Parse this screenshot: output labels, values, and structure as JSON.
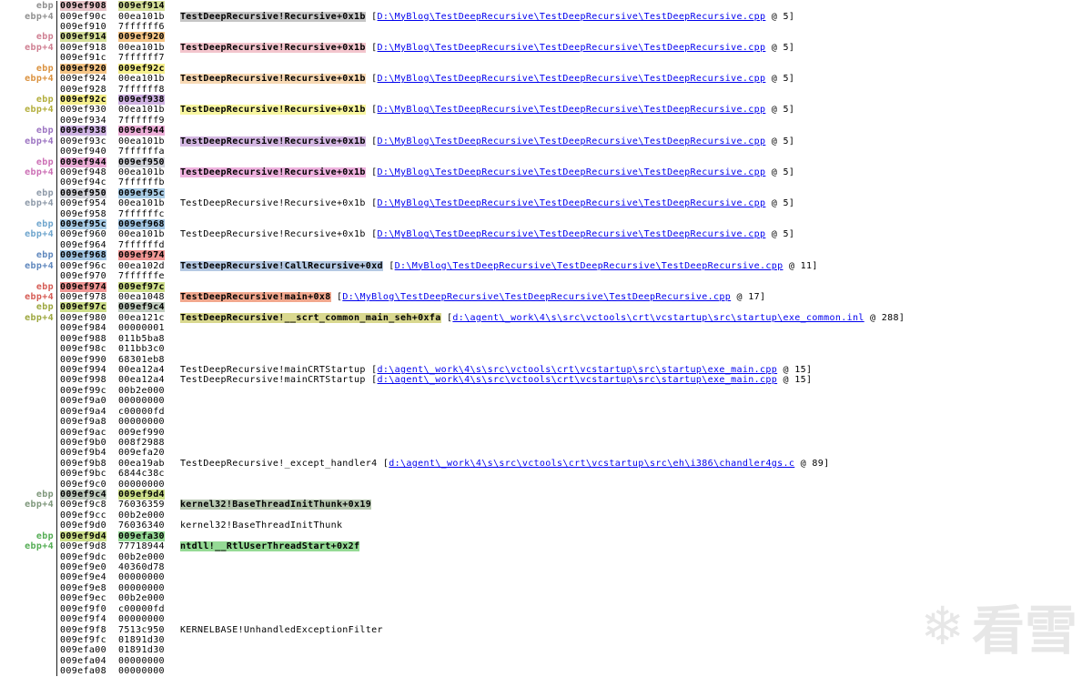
{
  "link_color": "#0000ee",
  "watermark": {
    "icon": "❄",
    "text": "看雪"
  },
  "rows": [
    {
      "label": "ebp",
      "label_color": "#909090",
      "addr": "009ef908",
      "addr_bg": "#e9c6c9",
      "value": "009ef914",
      "value_bg": "#d7e09a"
    },
    {
      "label": "ebp+4",
      "label_color": "#909090",
      "addr": "009ef90c",
      "value": "00ea101b",
      "symbol": "TestDeepRecursive!Recursive+0x1b",
      "symbol_bg": "#c6c6c6",
      "link": "D:\\MyBlog\\TestDeepRecursive\\TestDeepRecursive\\TestDeepRecursive.cpp",
      "line_ref": "@ 5"
    },
    {
      "addr": "009ef910",
      "value": "7ffffff6"
    },
    {
      "label": "ebp",
      "label_color": "#cf7f92",
      "addr": "009ef914",
      "addr_bg": "#d7e09a",
      "value": "009ef920",
      "value_bg": "#f6c687"
    },
    {
      "label": "ebp+4",
      "label_color": "#cf7f92",
      "addr": "009ef918",
      "value": "00ea101b",
      "symbol": "TestDeepRecursive!Recursive+0x1b",
      "symbol_bg": "#f3c5cd",
      "link": "D:\\MyBlog\\TestDeepRecursive\\TestDeepRecursive\\TestDeepRecursive.cpp",
      "line_ref": "@ 5"
    },
    {
      "addr": "009ef91c",
      "value": "7ffffff7"
    },
    {
      "label": "ebp",
      "label_color": "#db923f",
      "addr": "009ef920",
      "addr_bg": "#f6c687",
      "value": "009ef92c",
      "value_bg": "#f6f08d"
    },
    {
      "label": "ebp+4",
      "label_color": "#db923f",
      "addr": "009ef924",
      "value": "00ea101b",
      "symbol": "TestDeepRecursive!Recursive+0x1b",
      "symbol_bg": "#f8d9b4",
      "link": "D:\\MyBlog\\TestDeepRecursive\\TestDeepRecursive\\TestDeepRecursive.cpp",
      "line_ref": "@ 5"
    },
    {
      "addr": "009ef928",
      "value": "7ffffff8"
    },
    {
      "label": "ebp",
      "label_color": "#b3ae3c",
      "addr": "009ef92c",
      "addr_bg": "#f6f08d",
      "value": "009ef938",
      "value_bg": "#cfb3e3"
    },
    {
      "label": "ebp+4",
      "label_color": "#b3ae3c",
      "addr": "009ef930",
      "value": "00ea101b",
      "symbol": "TestDeepRecursive!Recursive+0x1b",
      "symbol_bg": "#f8f6a0",
      "link": "D:\\MyBlog\\TestDeepRecursive\\TestDeepRecursive\\TestDeepRecursive.cpp",
      "line_ref": "@ 5"
    },
    {
      "addr": "009ef934",
      "value": "7ffffff9"
    },
    {
      "label": "ebp",
      "label_color": "#9c74c2",
      "addr": "009ef938",
      "addr_bg": "#cfb3e3",
      "value": "009ef944",
      "value_bg": "#edaed8"
    },
    {
      "label": "ebp+4",
      "label_color": "#9c74c2",
      "addr": "009ef93c",
      "value": "00ea101b",
      "symbol": "TestDeepRecursive!Recursive+0x1b",
      "symbol_bg": "#d5b8e3",
      "link": "D:\\MyBlog\\TestDeepRecursive\\TestDeepRecursive\\TestDeepRecursive.cpp",
      "line_ref": "@ 5"
    },
    {
      "addr": "009ef940",
      "value": "7ffffffa"
    },
    {
      "label": "ebp",
      "label_color": "#cc6fb5",
      "addr": "009ef944",
      "addr_bg": "#edaed8",
      "value": "009ef950",
      "value_bg": "#d5d6dd"
    },
    {
      "label": "ebp+4",
      "label_color": "#cc6fb5",
      "addr": "009ef948",
      "value": "00ea101b",
      "symbol": "TestDeepRecursive!Recursive+0x1b",
      "symbol_bg": "#efb3df",
      "link": "D:\\MyBlog\\TestDeepRecursive\\TestDeepRecursive\\TestDeepRecursive.cpp",
      "line_ref": "@ 5"
    },
    {
      "addr": "009ef94c",
      "value": "7ffffffb"
    },
    {
      "label": "ebp",
      "label_color": "#8d99a8",
      "addr": "009ef950",
      "addr_bg": "#d5d6dd",
      "value": "009ef95c",
      "value_bg": "#aacde7"
    },
    {
      "label": "ebp+4",
      "label_color": "#8d99a8",
      "addr": "009ef954",
      "value": "00ea101b",
      "symbol": "TestDeepRecursive!Recursive+0x1b",
      "link": "D:\\MyBlog\\TestDeepRecursive\\TestDeepRecursive\\TestDeepRecursive.cpp",
      "line_ref": "@ 5"
    },
    {
      "addr": "009ef958",
      "value": "7ffffffc"
    },
    {
      "label": "ebp",
      "label_color": "#6ea5cd",
      "addr": "009ef95c",
      "addr_bg": "#aacde7",
      "value": "009ef968",
      "value_bg": "#a3c6e3"
    },
    {
      "label": "ebp+4",
      "label_color": "#6ea5cd",
      "addr": "009ef960",
      "value": "00ea101b",
      "symbol": "TestDeepRecursive!Recursive+0x1b",
      "link": "D:\\MyBlog\\TestDeepRecursive\\TestDeepRecursive\\TestDeepRecursive.cpp",
      "line_ref": "@ 5"
    },
    {
      "addr": "009ef964",
      "value": "7ffffffd"
    },
    {
      "label": "ebp",
      "label_color": "#5f87bd",
      "addr": "009ef968",
      "addr_bg": "#a3c6e3",
      "value": "009ef974",
      "value_bg": "#f19795"
    },
    {
      "label": "ebp+4",
      "label_color": "#5f87bd",
      "addr": "009ef96c",
      "value": "00ea102d",
      "symbol": "TestDeepRecursive!CallRecursive+0xd",
      "symbol_bg": "#b5c9e3",
      "link": "D:\\MyBlog\\TestDeepRecursive\\TestDeepRecursive\\TestDeepRecursive.cpp",
      "line_ref": "@ 11"
    },
    {
      "addr": "009ef970",
      "value": "7ffffffe"
    },
    {
      "label": "ebp",
      "label_color": "#d65c55",
      "addr": "009ef974",
      "addr_bg": "#f19795",
      "value": "009ef97c",
      "value_bg": "#cfdf8b"
    },
    {
      "label": "ebp+4",
      "label_color": "#d65c55",
      "addr": "009ef978",
      "value": "00ea1048",
      "symbol": "TestDeepRecursive!main+0x8",
      "symbol_bg": "#f2a88e",
      "link": "D:\\MyBlog\\TestDeepRecursive\\TestDeepRecursive\\TestDeepRecursive.cpp",
      "line_ref": "@ 17"
    },
    {
      "label": "ebp",
      "label_color": "#9da73f",
      "addr": "009ef97c",
      "addr_bg": "#cfdf8b",
      "value": "009ef9c4",
      "value_bg": "#c2cdc0"
    },
    {
      "label": "ebp+4",
      "label_color": "#9da73f",
      "addr": "009ef980",
      "value": "00ea121c",
      "symbol": "TestDeepRecursive!__scrt_common_main_seh+0xfa",
      "symbol_bg": "#d9d88f",
      "link": "d:\\agent\\_work\\4\\s\\src\\vctools\\crt\\vcstartup\\src\\startup\\exe_common.inl",
      "line_ref": "@ 288"
    },
    {
      "addr": "009ef984",
      "value": "00000001"
    },
    {
      "addr": "009ef988",
      "value": "011b5ba8"
    },
    {
      "addr": "009ef98c",
      "value": "011bb3c0"
    },
    {
      "addr": "009ef990",
      "value": "68301eb8"
    },
    {
      "addr": "009ef994",
      "value": "00ea12a4",
      "symbol": "TestDeepRecursive!mainCRTStartup",
      "link": "d:\\agent\\_work\\4\\s\\src\\vctools\\crt\\vcstartup\\src\\startup\\exe_main.cpp",
      "line_ref": "@ 15"
    },
    {
      "addr": "009ef998",
      "value": "00ea12a4",
      "symbol": "TestDeepRecursive!mainCRTStartup",
      "link": "d:\\agent\\_work\\4\\s\\src\\vctools\\crt\\vcstartup\\src\\startup\\exe_main.cpp",
      "line_ref": "@ 15"
    },
    {
      "addr": "009ef99c",
      "value": "00b2e000"
    },
    {
      "addr": "009ef9a0",
      "value": "00000000"
    },
    {
      "addr": "009ef9a4",
      "value": "c00000fd"
    },
    {
      "addr": "009ef9a8",
      "value": "00000000"
    },
    {
      "addr": "009ef9ac",
      "value": "009ef990"
    },
    {
      "addr": "009ef9b0",
      "value": "008f2988"
    },
    {
      "addr": "009ef9b4",
      "value": "009efa20"
    },
    {
      "addr": "009ef9b8",
      "value": "00ea19ab",
      "symbol": "TestDeepRecursive!_except_handler4",
      "link": "d:\\agent\\_work\\4\\s\\src\\vctools\\crt\\vcstartup\\src\\eh\\i386\\chandler4gs.c",
      "line_ref": "@ 89"
    },
    {
      "addr": "009ef9bc",
      "value": "6844c38c"
    },
    {
      "addr": "009ef9c0",
      "value": "00000000"
    },
    {
      "label": "ebp",
      "label_color": "#7e977b",
      "addr": "009ef9c4",
      "addr_bg": "#c2cdc0",
      "value": "009ef9d4",
      "value_bg": "#cfe18c"
    },
    {
      "label": "ebp+4",
      "label_color": "#7e977b",
      "addr": "009ef9c8",
      "value": "76036359",
      "symbol": "kernel32!BaseThreadInitThunk+0x19",
      "symbol_bg": "#b7c7b0"
    },
    {
      "addr": "009ef9cc",
      "value": "00b2e000"
    },
    {
      "addr": "009ef9d0",
      "value": "76036340",
      "symbol": "kernel32!BaseThreadInitThunk"
    },
    {
      "label": "ebp",
      "label_color": "#54ad54",
      "addr": "009ef9d4",
      "addr_bg": "#cfe18c",
      "value": "009efa30",
      "value_bg": "#98db98"
    },
    {
      "label": "ebp+4",
      "label_color": "#54ad54",
      "addr": "009ef9d8",
      "value": "77718944",
      "symbol": "ntdll!__RtlUserThreadStart+0x2f",
      "symbol_bg": "#95da95"
    },
    {
      "addr": "009ef9dc",
      "value": "00b2e000"
    },
    {
      "addr": "009ef9e0",
      "value": "40360d78"
    },
    {
      "addr": "009ef9e4",
      "value": "00000000"
    },
    {
      "addr": "009ef9e8",
      "value": "00000000"
    },
    {
      "addr": "009ef9ec",
      "value": "00b2e000"
    },
    {
      "addr": "009ef9f0",
      "value": "c00000fd"
    },
    {
      "addr": "009ef9f4",
      "value": "00000000"
    },
    {
      "addr": "009ef9f8",
      "value": "7513c950",
      "symbol": "KERNELBASE!UnhandledExceptionFilter"
    },
    {
      "addr": "009ef9fc",
      "value": "01891d30"
    },
    {
      "addr": "009efa00",
      "value": "01891d30"
    },
    {
      "addr": "009efa04",
      "value": "00000000"
    },
    {
      "addr": "009efa08",
      "value": "00000000"
    }
  ]
}
